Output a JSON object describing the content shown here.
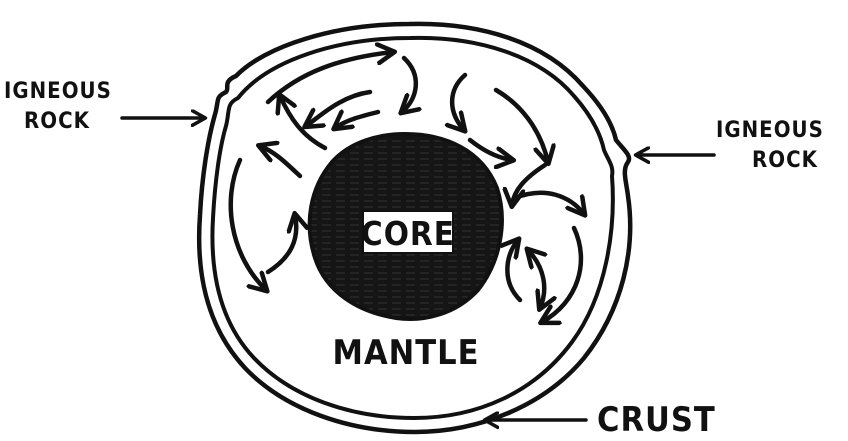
{
  "labels": {
    "igneous_left_line1": "IGNEOUS",
    "igneous_left_line2": "ROCK",
    "igneous_right_line1": "IGNEOUS",
    "igneous_right_line2": "ROCK",
    "core": "CORE",
    "mantle": "MANTLE",
    "crust": "CRUST"
  },
  "colors": {
    "ink": "#111111",
    "paper": "#ffffff"
  }
}
